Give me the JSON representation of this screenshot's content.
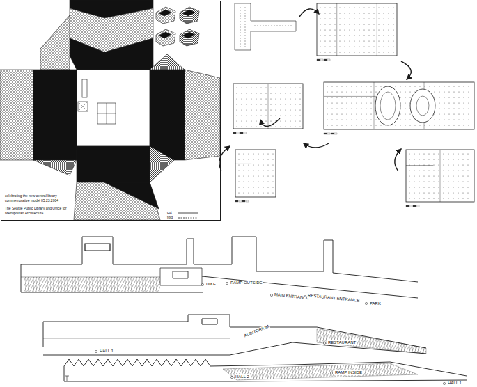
{
  "diagram": {
    "nodes": [
      {
        "text": [
          "celebrating the new central library commemorative model 05.23.2004",
          "The Seattle Public Library and Office for Metropolitan Architecture"
        ]
      }
    ],
    "labels": [
      "DIKE",
      "RAMP OUTSIDE",
      "MAIN ENTRANCE",
      "RESTAURANT ENTRANCE",
      "PARK",
      "HALL 1",
      "AUDITORIUM",
      "RESTAURANT",
      "HALL 2",
      "RAMP INSIDE",
      "HALL 1"
    ],
    "legend": [
      {
        "text": "cut"
      },
      {
        "text": "fold"
      }
    ]
  }
}
